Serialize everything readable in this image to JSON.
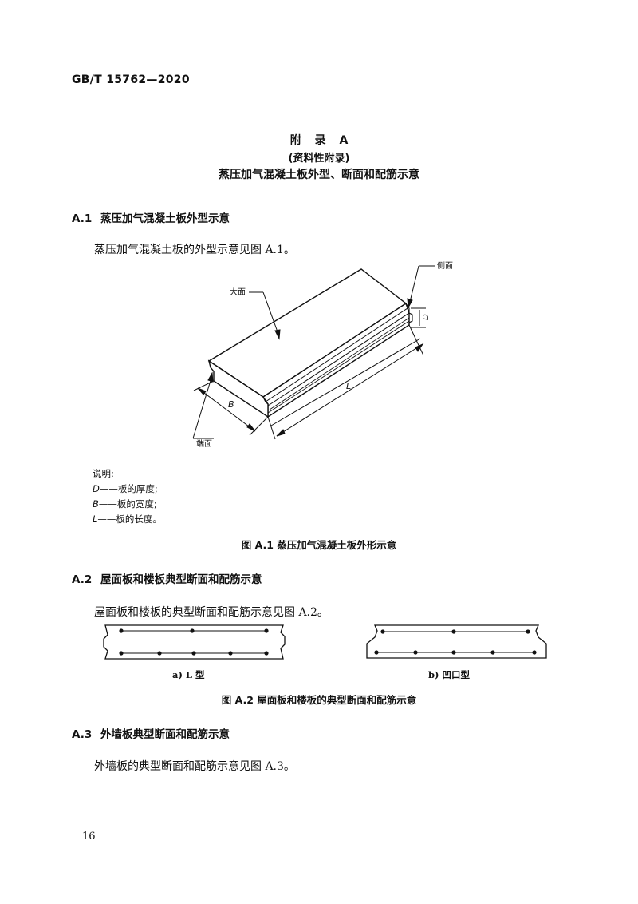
{
  "header": {
    "standard_code": "GB/T 15762—2020"
  },
  "annex": {
    "title": "附 录 A",
    "type": "(资料性附录)",
    "name": "蒸压加气混凝土板外型、断面和配筋示意"
  },
  "sections": [
    {
      "number": "A.1",
      "title": "蒸压加气混凝土板外型示意",
      "text": "蒸压加气混凝土板的外型示意见图 A.1。"
    },
    {
      "number": "A.2",
      "title": "屋面板和楼板典型断面和配筋示意",
      "text": "屋面板和楼板的典型断面和配筋示意见图 A.2。"
    },
    {
      "number": "A.3",
      "title": "外墙板典型断面和配筋示意",
      "text": "外墙板的典型断面和配筋示意见图 A.3。"
    }
  ],
  "figure_a1": {
    "labels": {
      "top": "大面",
      "side": "侧面",
      "end": "端面",
      "length": "L",
      "width": "B",
      "thickness": "D"
    },
    "legend_title": "说明:",
    "legend": [
      {
        "symbol": "D",
        "desc": "——板的厚度;"
      },
      {
        "symbol": "B",
        "desc": "——板的宽度;"
      },
      {
        "symbol": "L",
        "desc": "——板的长度。"
      }
    ],
    "caption": "图 A.1   蒸压加气混凝土板外形示意"
  },
  "figure_a2": {
    "sub_a": "a)   L 型",
    "sub_b": "b)   凹口型",
    "caption": "图 A.2   屋面板和楼板的典型断面和配筋示意"
  },
  "page_number": "16"
}
